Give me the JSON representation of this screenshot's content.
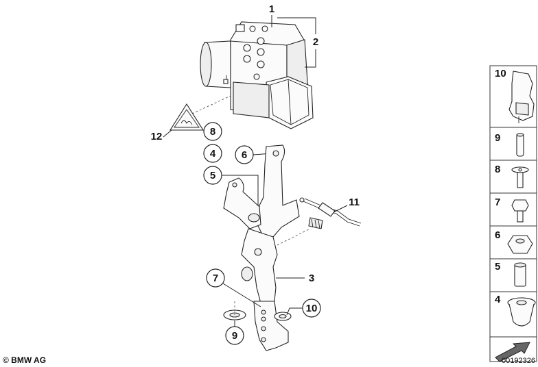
{
  "copyright": "© BMW AG",
  "diagram_id": "00192326",
  "callouts": {
    "main": {
      "hydro_unit": "1",
      "control_unit": "2",
      "bracket": "3",
      "rubber_mount": "4",
      "spacer_sleeve": "5",
      "hex_nut": "6",
      "hex_bolt": "7",
      "screw": "8",
      "pin": "9",
      "holder": "10",
      "sensor_lead": "11",
      "warning_label": "12"
    },
    "sidebar": [
      "10",
      "9",
      "8",
      "7",
      "6",
      "5",
      "4"
    ]
  },
  "colors": {
    "line": "#222222",
    "box_border": "#333333",
    "background": "#ffffff"
  },
  "icons": {
    "warning_label": "warning-triangle-icon",
    "arrow": "arrow-icon"
  }
}
